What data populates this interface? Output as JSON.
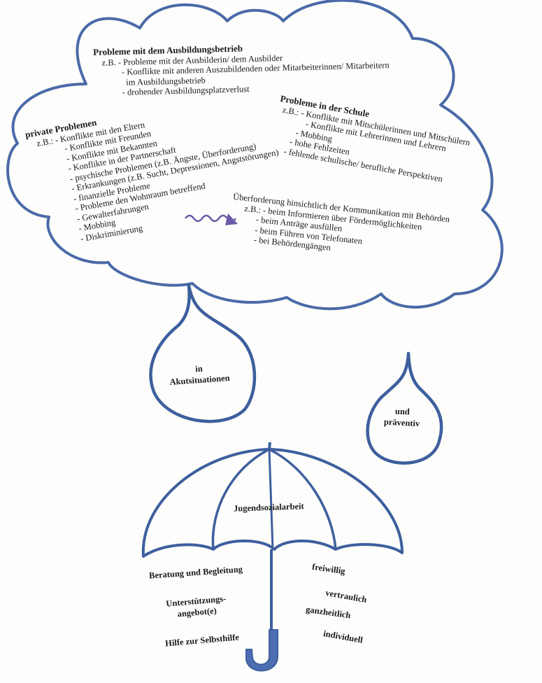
{
  "cloud": {
    "betrieb": {
      "title": "Probleme mit dem Ausbildungsbetrieb",
      "items": [
        "z.B. - Probleme mit der Ausbilderin/ dem Ausbilder",
        "- Konflikte mit anderen Auszubildenden oder Mitarbeiterinnen/ Mitarbeitern",
        "im Ausbildungsbetrieb",
        "- drohender Ausbildungsplatzverlust"
      ]
    },
    "privat": {
      "title": "private Problemen",
      "items": [
        "z.B.: - Konflikte mit den Eltern",
        "- Konflikte mit Freunden",
        "- Konflikte mit Bekannten",
        "- Konflikte in der Partnerschaft",
        "- psychische Problemen (z.B. Ängste, Überforderung)",
        "- Erkrankungen (z.B. Sucht, Depressionen, Angststörungen)",
        "- finanzielle Probleme",
        "- Probleme den Wohnraum betreffend",
        "- Gewalterfahrungen",
        "- Mobbing",
        "- Diskriminierung"
      ]
    },
    "schule": {
      "title": "Probleme in der Schule",
      "items": [
        "z.B.: - Konflikte mit Mitschülerinnen und Mitschülern",
        "- Konflikte mit Lehrerinnen und Lehrern",
        "- Mobbing",
        "- hohe Fehlzeiten",
        "- fehlende schulische/ berufliche Perspektiven"
      ]
    },
    "behoerden": {
      "title": "Überforderung hinsichtlich der Kommunikation mit Behörden",
      "items": [
        "z.B.: - beim Informieren über Fördermöglichkeiten",
        "- beim Anträge ausfüllen",
        "- beim Führen von Telefonaten",
        "- bei Behördengängen"
      ]
    }
  },
  "drops": {
    "left": [
      "in",
      "Akutsituationen"
    ],
    "right": [
      "und",
      "präventiv"
    ]
  },
  "umbrella": {
    "title": "Jugendsozialarbeit",
    "left_items": [
      "Beratung und Begleitung",
      "Unterstützungs-",
      "angebot(e)",
      "Hilfe zur Selbsthilfe"
    ],
    "right_items": [
      "freiwillig",
      "vertraulich",
      "ganzheitlich",
      "individuell"
    ]
  },
  "colors": {
    "outline": "#3d5f9e",
    "outline_light": "#6d8fc7",
    "text": "#1a1a1a",
    "background": "#fdfdfb"
  }
}
